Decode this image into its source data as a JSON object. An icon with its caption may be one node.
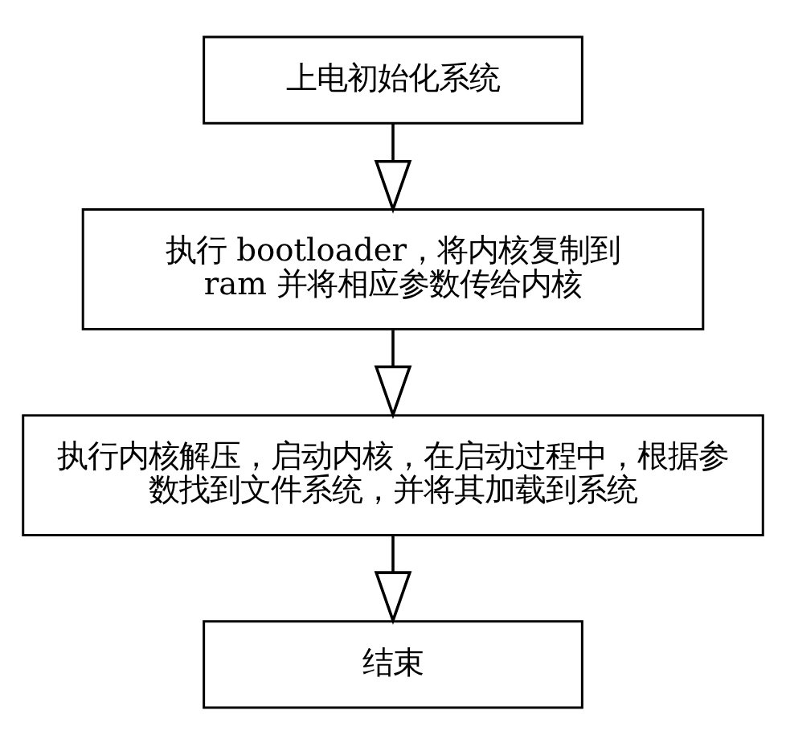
{
  "diagram": {
    "nodes": [
      {
        "text": [
          "上电初始化系统"
        ]
      },
      {
        "text": [
          "执行 bootloader，将内核复制到 ram 并将相应参数传给内核"
        ]
      },
      {
        "text": [
          "执行内核解压，启动内核，在启动过程中，根据参数找到文件系统，并将其加载到系统"
        ]
      },
      {
        "text": [
          "结束"
        ]
      }
    ],
    "edges": [
      {
        "from": 0,
        "to": 1,
        "arrow": "to"
      },
      {
        "from": 1,
        "to": 2,
        "arrow": "to"
      },
      {
        "from": 2,
        "to": 3,
        "arrow": "to"
      }
    ]
  }
}
